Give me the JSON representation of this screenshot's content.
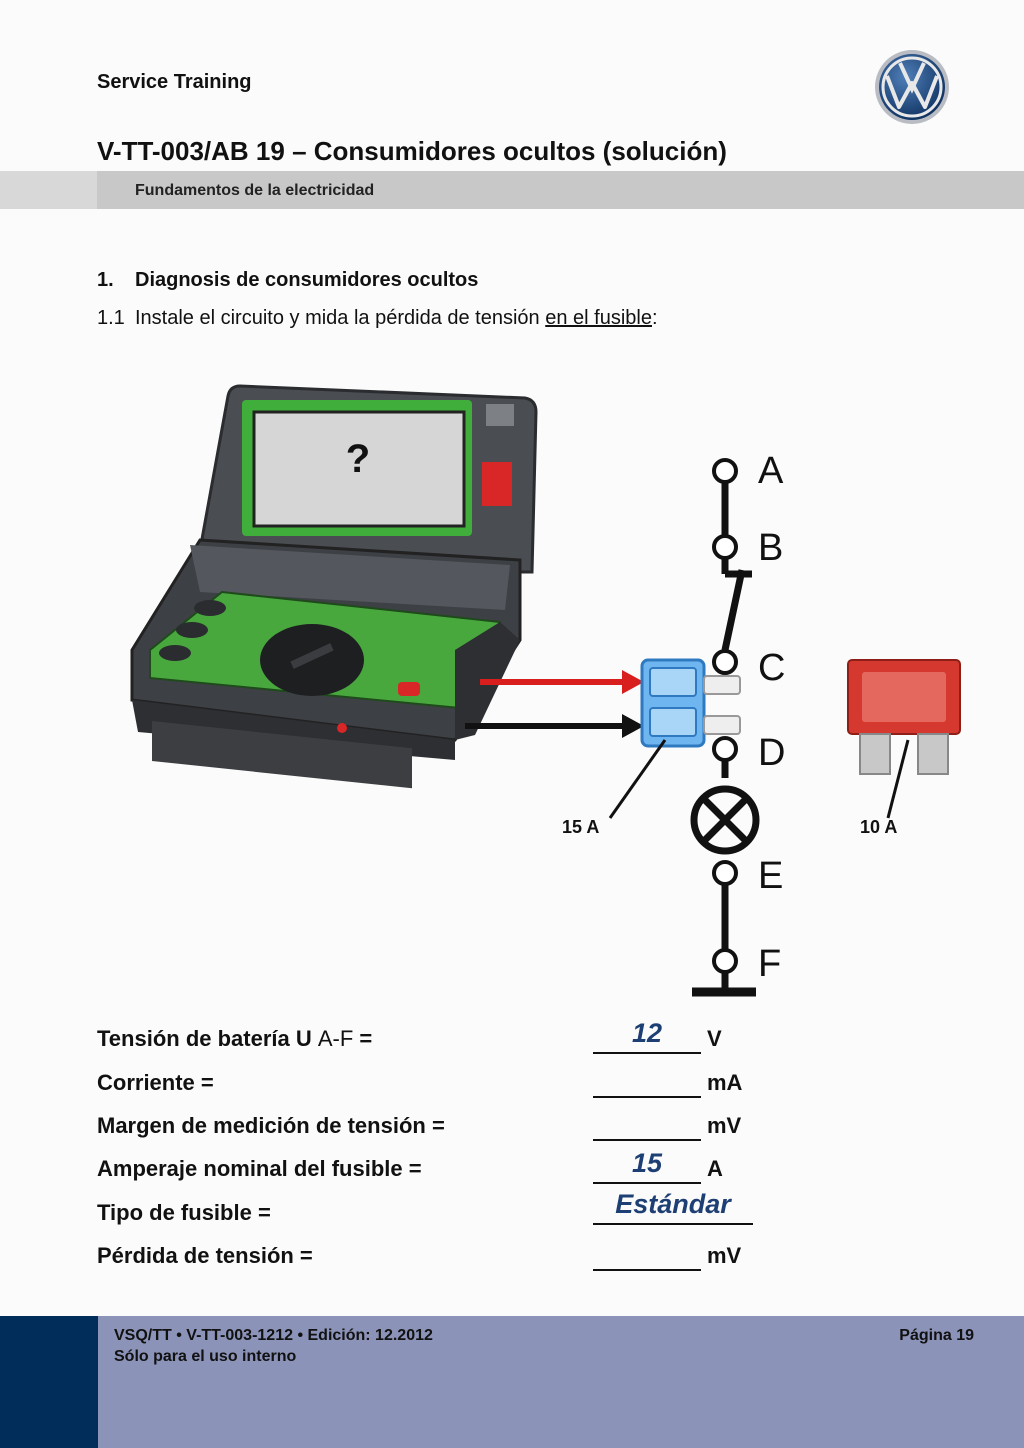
{
  "header": {
    "label": "Service Training"
  },
  "title": "V-TT-003/AB 19 – Consumidores ocultos (solución)",
  "subtitle_bar": "Fundamentos de la electricidad",
  "section1": {
    "num": "1.",
    "text": "Diagnosis de consumidores ocultos"
  },
  "section1_1": {
    "num": "1.1",
    "text_before": "Instale el circuito y mida la pérdida de tensión ",
    "text_underlined": "en el fusible",
    "text_after": ":"
  },
  "diagram": {
    "screen_text": "?",
    "nodes": [
      "A",
      "B",
      "C",
      "D",
      "E",
      "F"
    ],
    "fuse_left_label": "15 A",
    "fuse_right_label": "10 A"
  },
  "form": {
    "rows": [
      {
        "label_bold": "Tensión de batería U ",
        "label_plain": "A-F",
        "label_end": " =",
        "answer": "12",
        "unit": "V"
      },
      {
        "label_bold": "Corriente =",
        "answer": "",
        "unit": "mA"
      },
      {
        "label_bold": "Margen de medición de tensión =",
        "answer": "",
        "unit": "mV"
      },
      {
        "label_bold": "Amperaje nominal del fusible =",
        "answer": "15",
        "unit": "A"
      },
      {
        "label_bold": "Tipo de fusible =",
        "answer": "Estándar",
        "unit": ""
      },
      {
        "label_bold": "Pérdida de tensión =",
        "answer": "",
        "unit": "mV"
      }
    ]
  },
  "footer": {
    "line1": "VSQ/TT • V-TT-003-1212 • Edición: 12.2012",
    "line2": "Sólo para el uso interno",
    "page": "Página  19"
  }
}
